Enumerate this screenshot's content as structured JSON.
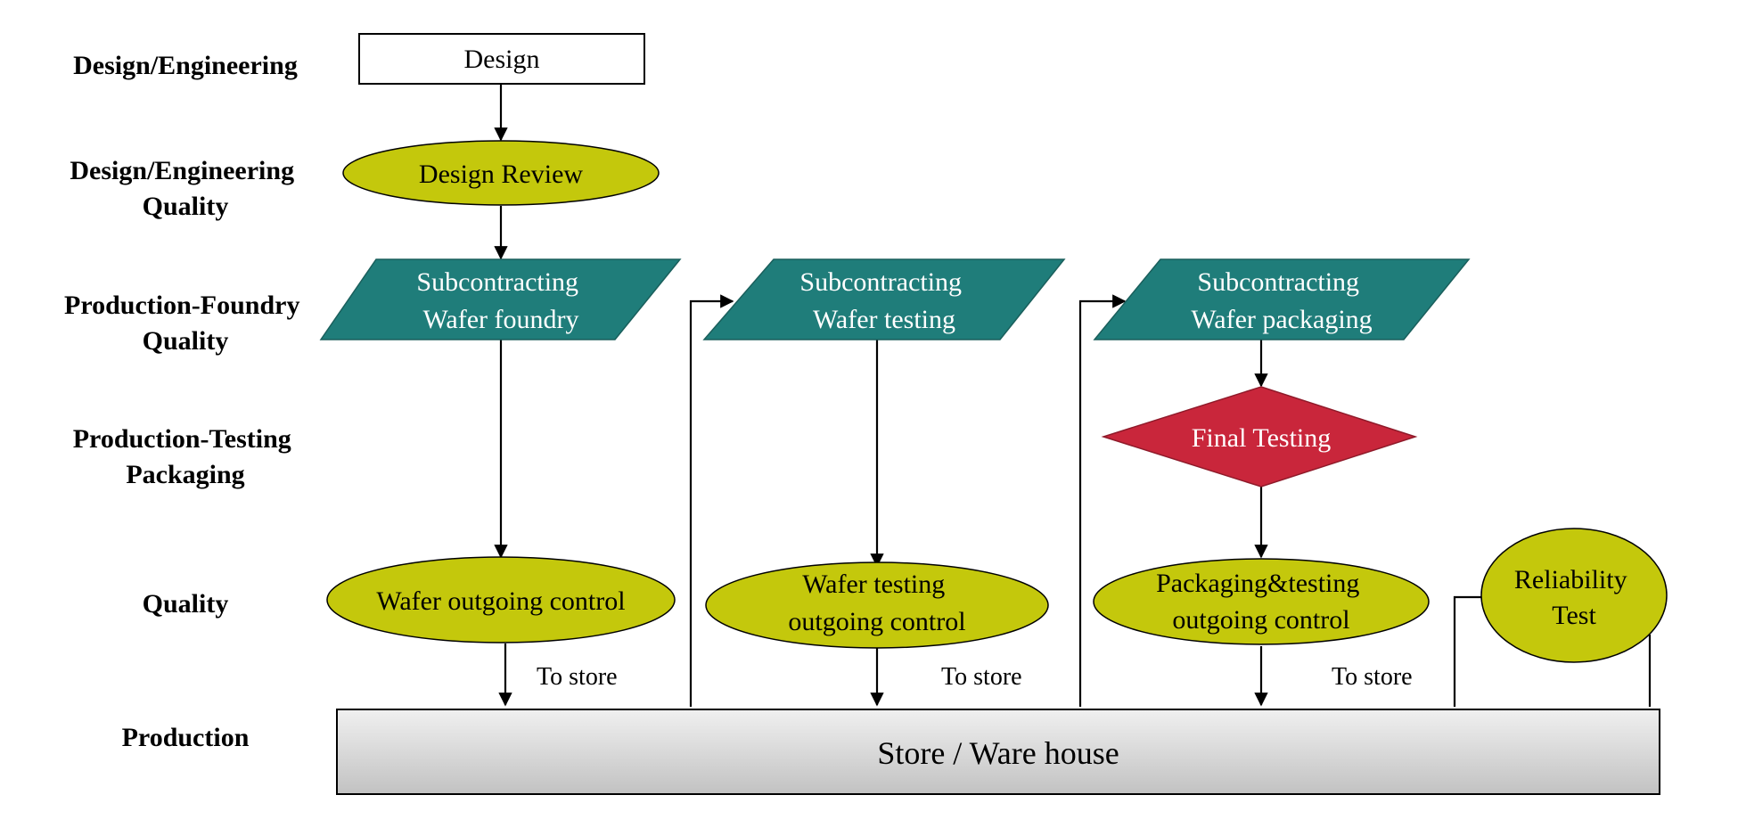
{
  "lanes": {
    "design_engineering": "Design/Engineering",
    "design_quality": [
      "Design/Engineering",
      "Quality"
    ],
    "foundry_quality": [
      "Production-Foundry",
      "Quality"
    ],
    "testing_packaging": [
      "Production-Testing",
      "Packaging"
    ],
    "quality": "Quality",
    "production": "Production"
  },
  "nodes": {
    "design": "Design",
    "design_review": "Design Review",
    "wafer_foundry": [
      "Subcontracting",
      "Wafer foundry"
    ],
    "wafer_testing": [
      "Subcontracting",
      "Wafer testing"
    ],
    "wafer_packaging": [
      "Subcontracting",
      "Wafer packaging"
    ],
    "final_testing": "Final Testing",
    "wafer_outgoing": "Wafer outgoing control",
    "testing_outgoing": [
      "Wafer testing",
      "outgoing control"
    ],
    "packaging_outgoing": [
      "Packaging&testing",
      "outgoing control"
    ],
    "reliability": [
      "Reliability",
      "Test"
    ],
    "store": "Store / Ware house"
  },
  "notes": {
    "to_store_1": "To store",
    "to_store_2": "To store",
    "to_store_3": "To store"
  },
  "colors": {
    "process_fill": "#1f7d7a",
    "quality_fill": "#c4c80c",
    "decision_fill": "#c9263b",
    "store_top": "#f0f0f0",
    "store_bottom": "#c2c2c2"
  }
}
